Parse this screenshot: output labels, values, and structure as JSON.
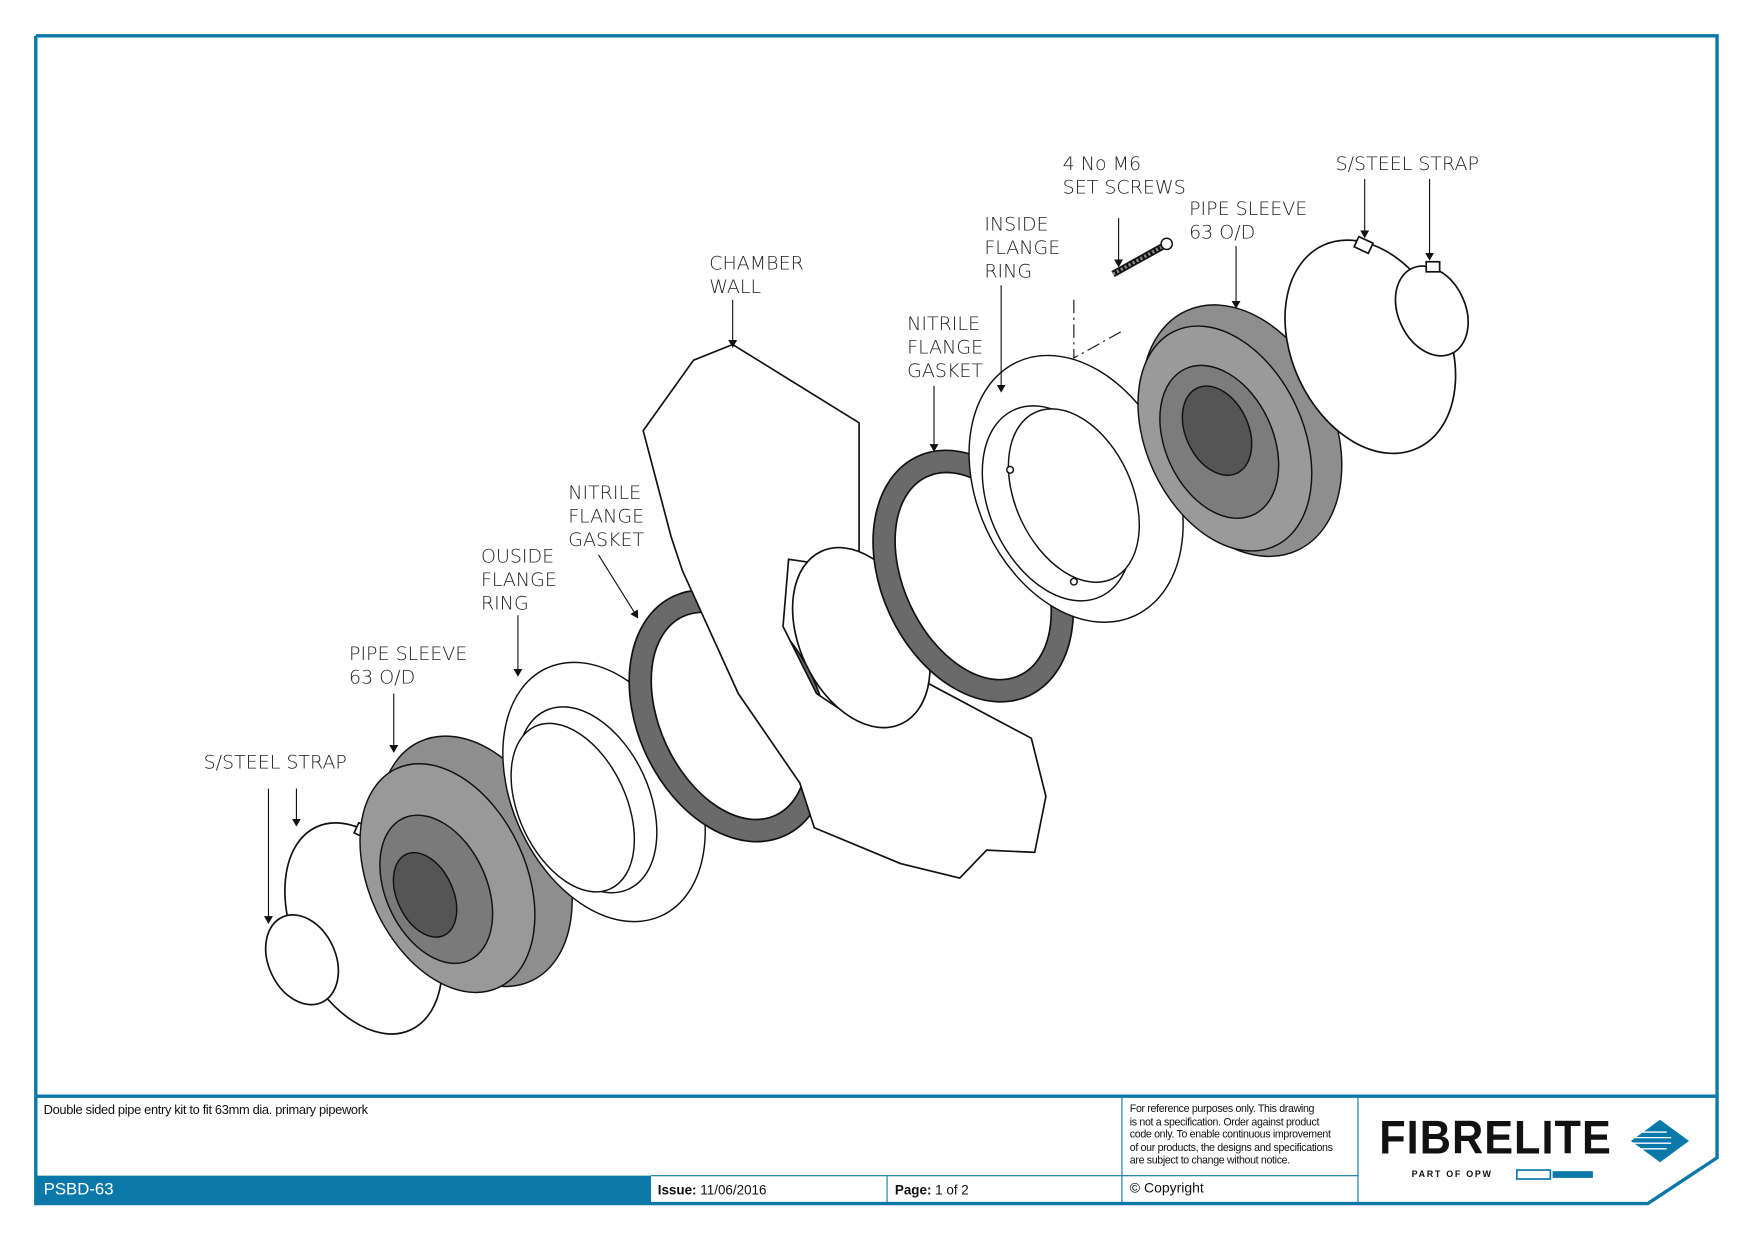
{
  "labels": {
    "strap_left": "S/STEEL STRAP",
    "sleeve_left": [
      "PIPE SLEEVE",
      "63 O/D"
    ],
    "outside_ring": [
      "OUSIDE",
      "FLANGE",
      "RING"
    ],
    "gasket_left": [
      "NITRILE",
      "FLANGE",
      "GASKET"
    ],
    "chamber_wall": [
      "CHAMBER",
      "WALL"
    ],
    "gasket_right": [
      "NITRILE",
      "FLANGE",
      "GASKET"
    ],
    "inside_ring": [
      "INSIDE",
      "FLANGE",
      "RING"
    ],
    "set_screws": [
      "4 No M6",
      "SET SCREWS"
    ],
    "sleeve_right": [
      "PIPE SLEEVE",
      "63 O/D"
    ],
    "strap_right": "S/STEEL STRAP"
  },
  "title_block": {
    "description": "Double sided pipe entry kit to fit 63mm dia. primary pipework",
    "part_number": "PSBD-63",
    "issue_label": "Issue:",
    "issue_date": "11/06/2016",
    "page_label": "Page:",
    "page_value": "1 of 2",
    "disclaimer": [
      "For reference purposes only. This drawing",
      "is not a specification. Order against product",
      "code only.  To enable continuous improvement",
      "of our products, the designs and specifications",
      "are subject to change without notice."
    ],
    "copyright": "© Copyright",
    "logo": "FIBRELITE",
    "logo_sub": "PART OF OPW"
  },
  "colors": {
    "accent": "#0a78a8",
    "rubber": "#6a6a6a",
    "sleeve": "#8e8e8e"
  }
}
